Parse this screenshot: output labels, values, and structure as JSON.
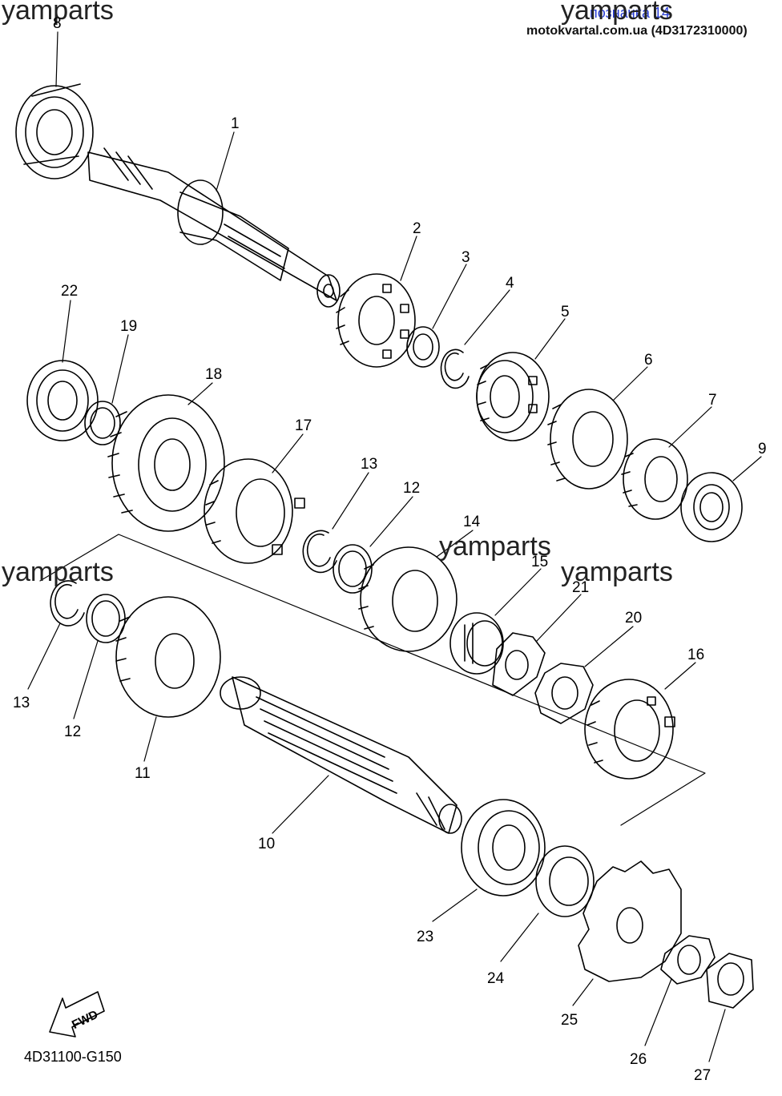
{
  "header": {
    "ref_label": "позначка 14",
    "site_text": "motokvartal.com.ua (4D3172310000)"
  },
  "watermark": "yamparts",
  "diagram_code": "4D31100-G150",
  "fwd_label": "FWD",
  "parts": [
    {
      "id": "p8",
      "label": "8"
    },
    {
      "id": "p1",
      "label": "1"
    },
    {
      "id": "p2",
      "label": "2"
    },
    {
      "id": "p3",
      "label": "3"
    },
    {
      "id": "p4",
      "label": "4"
    },
    {
      "id": "p5",
      "label": "5"
    },
    {
      "id": "p6",
      "label": "6"
    },
    {
      "id": "p7",
      "label": "7"
    },
    {
      "id": "p9",
      "label": "9"
    },
    {
      "id": "p22",
      "label": "22"
    },
    {
      "id": "p19",
      "label": "19"
    },
    {
      "id": "p18",
      "label": "18"
    },
    {
      "id": "p17",
      "label": "17"
    },
    {
      "id": "p13a",
      "label": "13"
    },
    {
      "id": "p12a",
      "label": "12"
    },
    {
      "id": "p14",
      "label": "14"
    },
    {
      "id": "p15",
      "label": "15"
    },
    {
      "id": "p21",
      "label": "21"
    },
    {
      "id": "p20",
      "label": "20"
    },
    {
      "id": "p16",
      "label": "16"
    },
    {
      "id": "p13b",
      "label": "13"
    },
    {
      "id": "p12b",
      "label": "12"
    },
    {
      "id": "p11",
      "label": "11"
    },
    {
      "id": "p10",
      "label": "10"
    },
    {
      "id": "p23",
      "label": "23"
    },
    {
      "id": "p24",
      "label": "24"
    },
    {
      "id": "p25",
      "label": "25"
    },
    {
      "id": "p26",
      "label": "26"
    },
    {
      "id": "p27",
      "label": "27"
    }
  ]
}
